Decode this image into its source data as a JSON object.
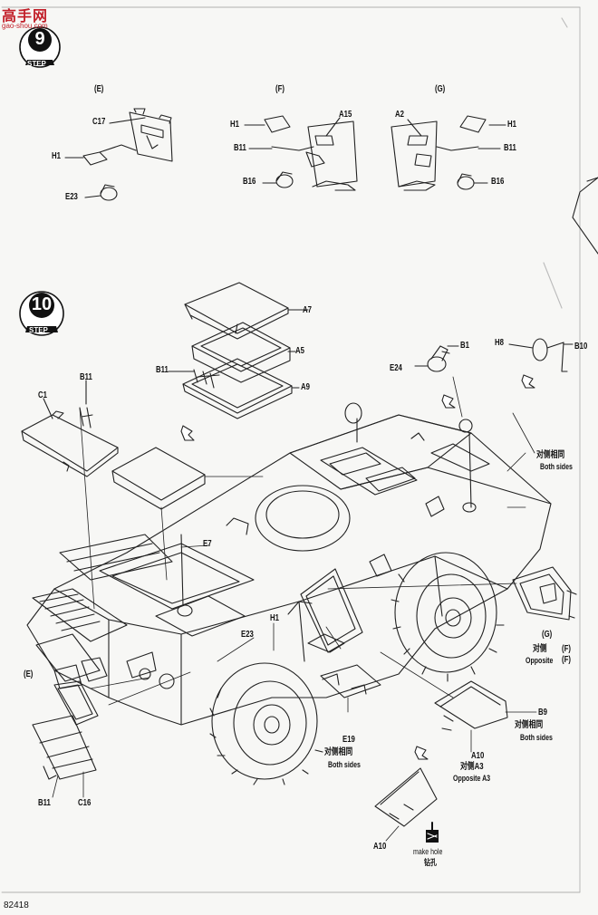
{
  "watermark": {
    "brand": "高手网",
    "site": "gao-shou.com"
  },
  "steps": [
    {
      "number": "9",
      "word": "STEP"
    },
    {
      "number": "10",
      "word": "STEP"
    }
  ],
  "sub_figures": [
    "(E)",
    "(F)",
    "(G)"
  ],
  "labels": {
    "E_C17": "C17",
    "E_H1": "H1",
    "E_E23": "E23",
    "F_H1": "H1",
    "F_A15": "A15",
    "F_B11": "B11",
    "F_B16": "B16",
    "G_A2": "A2",
    "G_H1": "H1",
    "G_B11": "B11",
    "G_B16": "B16",
    "A7": "A7",
    "A5": "A5",
    "B11_top": "B11",
    "A9": "A9",
    "C1": "C1",
    "B11_left": "B11",
    "B1": "B1",
    "E24": "E24",
    "H8": "H8",
    "B10": "B10",
    "E7": "E7",
    "H1": "H1",
    "E23": "E23",
    "E_ref": "(E)",
    "B11_bottom": "B11",
    "C16": "C16",
    "E19": "E19",
    "B9": "B9",
    "A10_mid": "A10",
    "A10_bottom": "A10",
    "G_ref": "(G)",
    "F_ref1": "(F)",
    "F_ref2": "(F)"
  },
  "notes": {
    "both_sides_cn_1": "对侧相同",
    "both_sides_en_1": "Both sides",
    "opposite_cn": "对侧",
    "opposite_en": "Opposite",
    "both_sides_cn_2": "对侧相同",
    "both_sides_en_2": "Both sides",
    "both_sides_cn_3": "对侧相同",
    "both_sides_en_3": "Both sides",
    "opposite_a3_cn": "对侧A3",
    "opposite_a3_en": "Opposite A3",
    "make_hole_en": "make hole",
    "make_hole_cn": "钻孔"
  },
  "footer": {
    "code": "82418"
  }
}
